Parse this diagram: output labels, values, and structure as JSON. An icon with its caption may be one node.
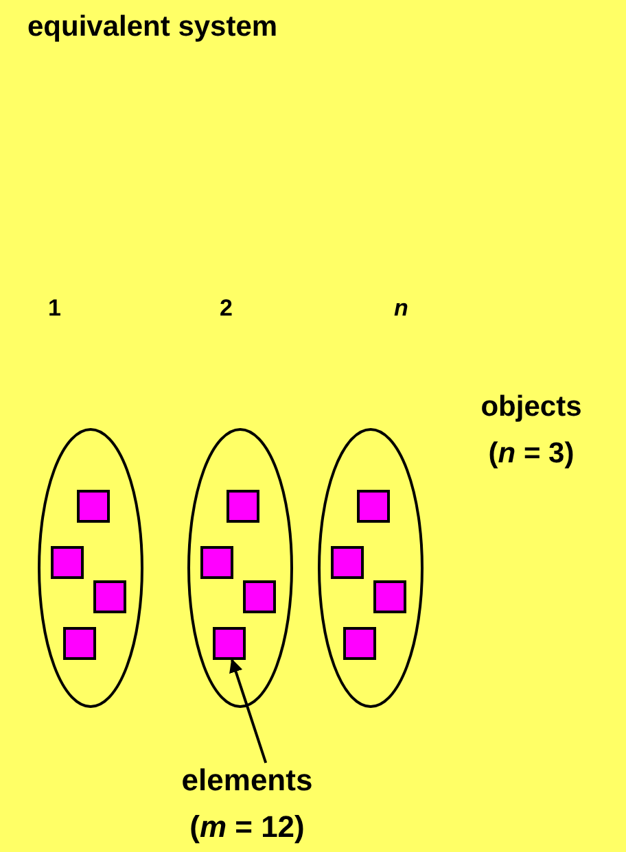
{
  "diagram": {
    "title": "equivalent system",
    "nodes": [
      {
        "text": [],
        "shape": "ellipse"
      },
      {
        "text": [],
        "shape": "box",
        "in": 0
      },
      {
        "text": [],
        "shape": "box",
        "in": 0
      },
      {
        "text": [],
        "shape": "box",
        "in": 0
      },
      {
        "text": [],
        "shape": "box",
        "in": 0
      },
      {
        "text": [],
        "shape": "ellipse"
      },
      {
        "text": [],
        "shape": "box",
        "in": 5
      },
      {
        "text": [],
        "shape": "box",
        "in": 5
      },
      {
        "text": [],
        "shape": "box",
        "in": 5
      },
      {
        "text": [],
        "shape": "box",
        "in": 5
      },
      {
        "text": [],
        "shape": "ellipse"
      },
      {
        "text": [],
        "shape": "box",
        "in": 10
      },
      {
        "text": [],
        "shape": "box",
        "in": 10
      },
      {
        "text": [],
        "shape": "box",
        "in": 10
      },
      {
        "text": [],
        "shape": "box",
        "in": 10
      },
      {
        "text": [
          "elements (*m* = 12)"
        ]
      }
    ],
    "edges": [
      {
        "from": 15,
        "to": 9,
        "arrow": "to"
      }
    ],
    "labels": [
      "1",
      "2",
      "n",
      "objects (*n* = 3)"
    ]
  }
}
